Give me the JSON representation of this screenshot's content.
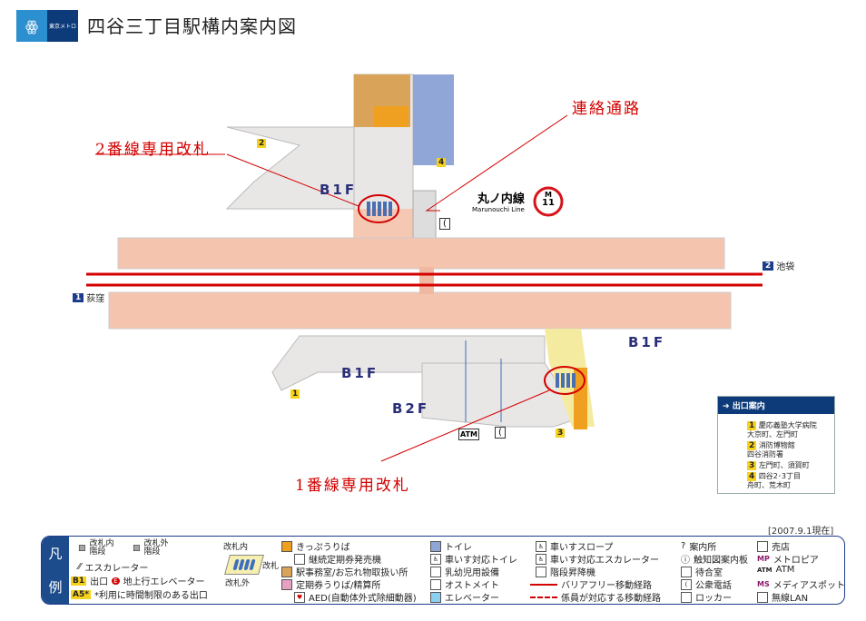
{
  "header": {
    "logo_text": "東京メトロ",
    "title": "四谷三丁目駅構内案内図"
  },
  "map": {
    "callouts": {
      "gate2": "2番線専用改札",
      "passage": "連絡通路",
      "gate1": "1番線専用改札"
    },
    "floors": {
      "upper": "B1F",
      "lower_right": "B1F",
      "lower_left": "B1F",
      "b2": "B2F"
    },
    "line": {
      "name_ja": "丸ノ内線",
      "name_en": "Marunouchi Line",
      "code_letter": "M",
      "code_number": "11",
      "color": "#d7141a"
    },
    "directions": {
      "right_num": "2",
      "right": "池袋",
      "left_num": "1",
      "left": "荻窪"
    },
    "exits": [
      "1",
      "2",
      "3",
      "4"
    ],
    "icons": {
      "atm": "ATM",
      "phone": "("
    }
  },
  "exit_guide": {
    "title": "出口案内",
    "items": [
      {
        "num": "1",
        "lines": [
          "慶応義塾大学病院",
          "大京町、左門町"
        ]
      },
      {
        "num": "2",
        "lines": [
          "消防博物館",
          "四谷消防署"
        ]
      },
      {
        "num": "3",
        "lines": [
          "左門町、須賀町"
        ]
      },
      {
        "num": "4",
        "lines": [
          "四谷2･3丁目",
          "舟町、荒木町"
        ]
      }
    ]
  },
  "date": "[2007.9.1現在]",
  "legend": {
    "tab": [
      "凡",
      "例"
    ],
    "col1": {
      "stairs_in": "改札内\n階段",
      "stairs_out": "改札外\n階段",
      "escalator": "エスカレーター",
      "exit_badge": "B1",
      "exit": "出口",
      "elevator_badge": "E",
      "elevator_up": "地上行エレベーター",
      "limited_badge": "A5*",
      "limited": "*利用に時間制限のある出口"
    },
    "gate": {
      "inside": "改札内",
      "gate": "改札",
      "outside": "改札外"
    },
    "col2": [
      "きっぷうりば",
      "継続定期券発売機",
      "駅事務室/お忘れ物取扱い所",
      "定期券うりば/精算所",
      "AED(自動体外式除細動器)"
    ],
    "col3": [
      "トイレ",
      "車いす対応トイレ",
      "乳幼児用設備",
      "オストメイト",
      "エレベーター"
    ],
    "col4": [
      "車いすスロープ",
      "車いす対応エスカレーター",
      "階段昇降機",
      "バリアフリー移動経路",
      "係員が対応する移動経路"
    ],
    "col5": [
      "案内所",
      "触知図案内板",
      "待合室",
      "公衆電話",
      "ロッカー"
    ],
    "col6": [
      "売店",
      "メトロピア",
      "ATM",
      "メディアスポット",
      "無線LAN"
    ],
    "col6_badges": [
      "MP",
      "ATM",
      "MS"
    ]
  }
}
